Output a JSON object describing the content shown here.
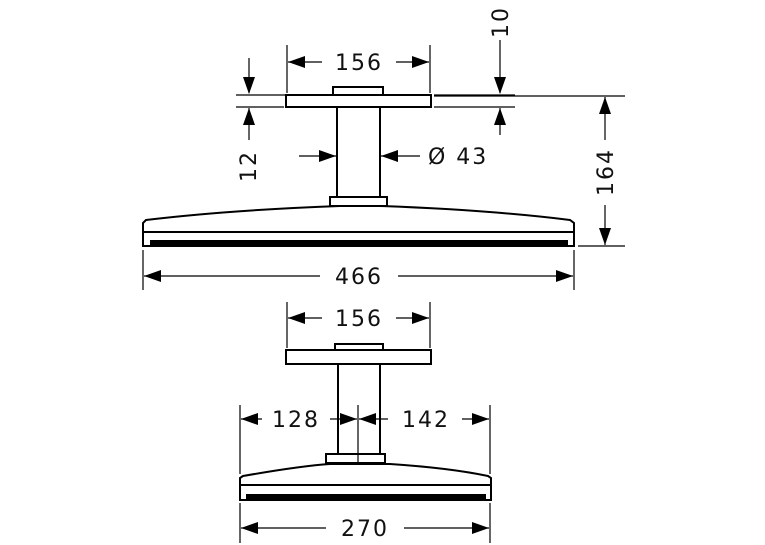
{
  "top_view": {
    "mount_width": "156",
    "plate_thickness": "10",
    "collar_height": "12",
    "arm_diameter": "Ø 43",
    "total_height": "164",
    "head_width": "466"
  },
  "bottom_view": {
    "mount_width": "156",
    "left_offset": "128",
    "right_offset": "142",
    "head_width": "270"
  }
}
